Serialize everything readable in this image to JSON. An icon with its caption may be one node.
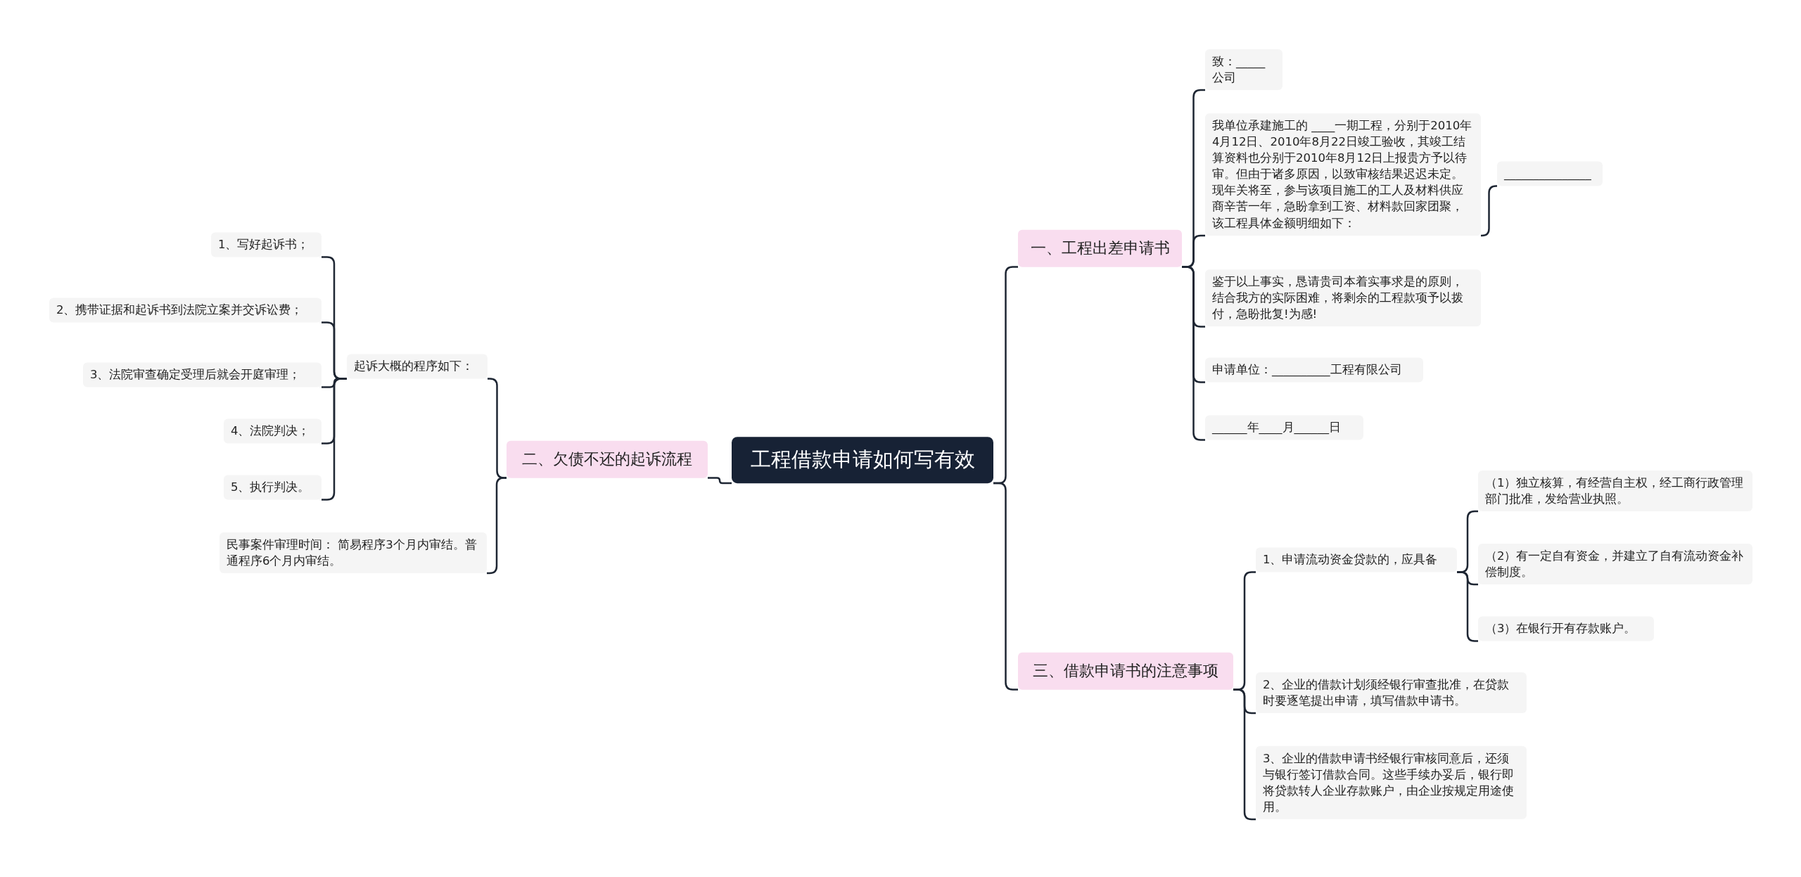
{
  "diagram": {
    "nodes": [
      {
        "text": [
          "工程借款申请如何写有效"
        ]
      },
      {
        "text": [
          "一、工程出差申请书"
        ]
      },
      {
        "text": [
          "致：_____公司"
        ]
      },
      {
        "text": [
          "我单位承建施工的 ____一期工程，分别于2010年4月12日、2010年8月22日竣工验收，其竣工结算资料也分别于2010年8月12日上报贵方予以待审。但由于诸多原因，以致审核结果迟迟未定。现年关将至，参与该项目施工的工人及材料供应商辛苦一年，急盼拿到工资、材料款回家团聚，该工程具体金额明细如下："
        ]
      },
      {
        "text": [
          "_______________"
        ]
      },
      {
        "text": [
          "鉴于以上事实，恳请贵司本着实事求是的原则，结合我方的实际困难，将剩余的工程款项予以拨付，急盼批复!为感!"
        ]
      },
      {
        "text": [
          "申请单位：__________工程有限公司"
        ]
      },
      {
        "text": [
          "______年____月______日"
        ]
      },
      {
        "text": [
          "二、欠债不还的起诉流程"
        ]
      },
      {
        "text": [
          "起诉大概的程序如下："
        ]
      },
      {
        "text": [
          "1、写好起诉书；"
        ]
      },
      {
        "text": [
          "2、携带证据和起诉书到法院立案并交诉讼费；"
        ]
      },
      {
        "text": [
          "3、法院审查确定受理后就会开庭审理；"
        ]
      },
      {
        "text": [
          "4、法院判决；"
        ]
      },
      {
        "text": [
          "5、执行判决。"
        ]
      },
      {
        "text": [
          "民事案件审理时间： 简易程序3个月内审结。普通程序6个月内审结。"
        ]
      },
      {
        "text": [
          "三、借款申请书的注意事项"
        ]
      },
      {
        "text": [
          "1、申请流动资金贷款的，应具备"
        ]
      },
      {
        "text": [
          "（1）独立核算，有经营自主权，经工商行政管理部门批准，发给营业执照。"
        ]
      },
      {
        "text": [
          "（2）有一定自有资金，并建立了自有流动资金补偿制度。"
        ]
      },
      {
        "text": [
          "（3）在银行开有存款账户。"
        ]
      },
      {
        "text": [
          "2、企业的借款计划须经银行审查批准，在贷款时要逐笔提出申请，填写借款申请书。"
        ]
      },
      {
        "text": [
          "3、企业的借款申请书经银行审核同意后，还须与银行签订借款合同。这些手续办妥后，银行即将贷款转人企业存款账户，由企业按规定用途使用。"
        ]
      }
    ],
    "edges": [
      {
        "from": 0,
        "to": 1,
        "arrow": "none"
      },
      {
        "from": 0,
        "to": 8,
        "arrow": "none"
      },
      {
        "from": 0,
        "to": 16,
        "arrow": "none"
      },
      {
        "from": 1,
        "to": 2,
        "arrow": "none"
      },
      {
        "from": 1,
        "to": 3,
        "arrow": "none"
      },
      {
        "from": 3,
        "to": 4,
        "arrow": "none"
      },
      {
        "from": 1,
        "to": 5,
        "arrow": "none"
      },
      {
        "from": 1,
        "to": 6,
        "arrow": "none"
      },
      {
        "from": 1,
        "to": 7,
        "arrow": "none"
      },
      {
        "from": 8,
        "to": 9,
        "arrow": "none"
      },
      {
        "from": 9,
        "to": 10,
        "arrow": "none"
      },
      {
        "from": 9,
        "to": 11,
        "arrow": "none"
      },
      {
        "from": 9,
        "to": 12,
        "arrow": "none"
      },
      {
        "from": 9,
        "to": 13,
        "arrow": "none"
      },
      {
        "from": 9,
        "to": 14,
        "arrow": "none"
      },
      {
        "from": 8,
        "to": 15,
        "arrow": "none"
      },
      {
        "from": 16,
        "to": 17,
        "arrow": "none"
      },
      {
        "from": 17,
        "to": 18,
        "arrow": "none"
      },
      {
        "from": 17,
        "to": 19,
        "arrow": "none"
      },
      {
        "from": 17,
        "to": 20,
        "arrow": "none"
      },
      {
        "from": 16,
        "to": 21,
        "arrow": "none"
      },
      {
        "from": 16,
        "to": 22,
        "arrow": "none"
      }
    ]
  }
}
